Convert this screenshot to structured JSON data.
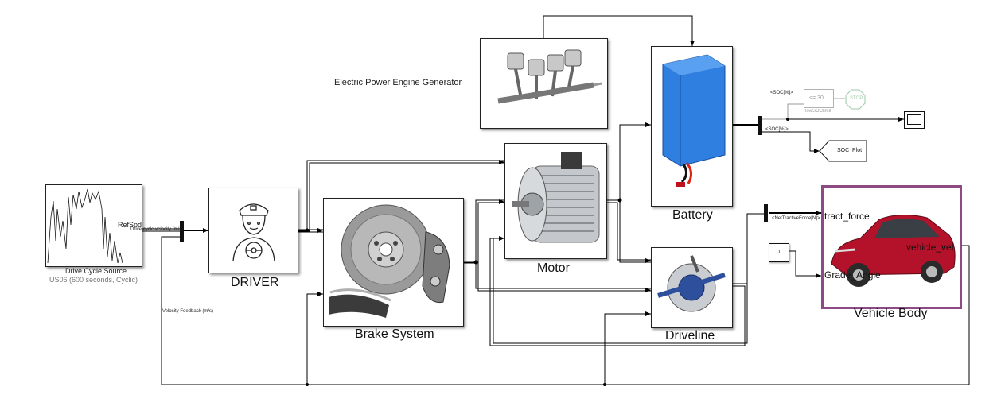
{
  "drive_cycle": {
    "title": "Drive Cycle Source",
    "subtitle": "US06 (600  seconds, Cyclic)",
    "port_out": "RefSpd"
  },
  "signals": {
    "drive_velocity": "Drive cycle velocity (m/s)",
    "velocity_feedback": "Velocity Feedback (m/s)",
    "soc_top": "<SOC[%]>",
    "soc_mid": "<SOC[%]>",
    "net_tractive": "<NetTractiveForce[N]>"
  },
  "blocks": {
    "driver": "DRIVER",
    "brake": "Brake System",
    "motor": "Motor",
    "battery": "Battery",
    "driveline": "Driveline",
    "vehicle": "Vehicle Body",
    "engine_generator": "Electric Power Engine Generator"
  },
  "vehicle_ports": {
    "in1": "tract_force",
    "in2": "Grade_Angle",
    "out": "vehicle_vel"
  },
  "soc": {
    "compare_value": "<= 30",
    "compare_name": "lowSOClimit",
    "stop": "STOP",
    "plot": "SOC_Plot"
  },
  "constant": {
    "value": "0"
  },
  "colors": {
    "vehicle_border": "#8e4a84",
    "battery_blue": "#2f7fe0",
    "car_red": "#b3122a",
    "brake_disc": "#8a8a8a"
  }
}
